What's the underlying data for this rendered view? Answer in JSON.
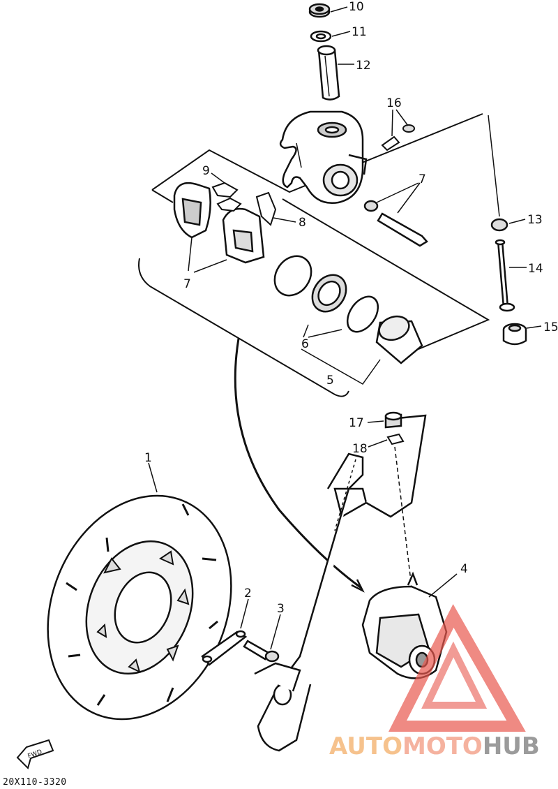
{
  "diagram": {
    "part_labels": {
      "p1": "1",
      "p2": "2",
      "p3": "3",
      "p4": "4",
      "p5": "5",
      "p6": "6",
      "p7a": "7",
      "p7b": "7",
      "p8": "8",
      "p9": "9",
      "p10": "10",
      "p11": "11",
      "p12": "12",
      "p13": "13",
      "p14": "14",
      "p15": "15",
      "p16": "16",
      "p17": "17",
      "p18": "18"
    },
    "fwd_label": "FWD",
    "diagram_code": "20X110-3320"
  },
  "watermark": {
    "part1": "AUTO",
    "part2": "MOTO",
    "part3": "HUB",
    "colors": {
      "auto": "#f5b87a",
      "moto": "#f4a58f",
      "hub": "#8a8a8a",
      "triangle": "#e8584f"
    }
  }
}
